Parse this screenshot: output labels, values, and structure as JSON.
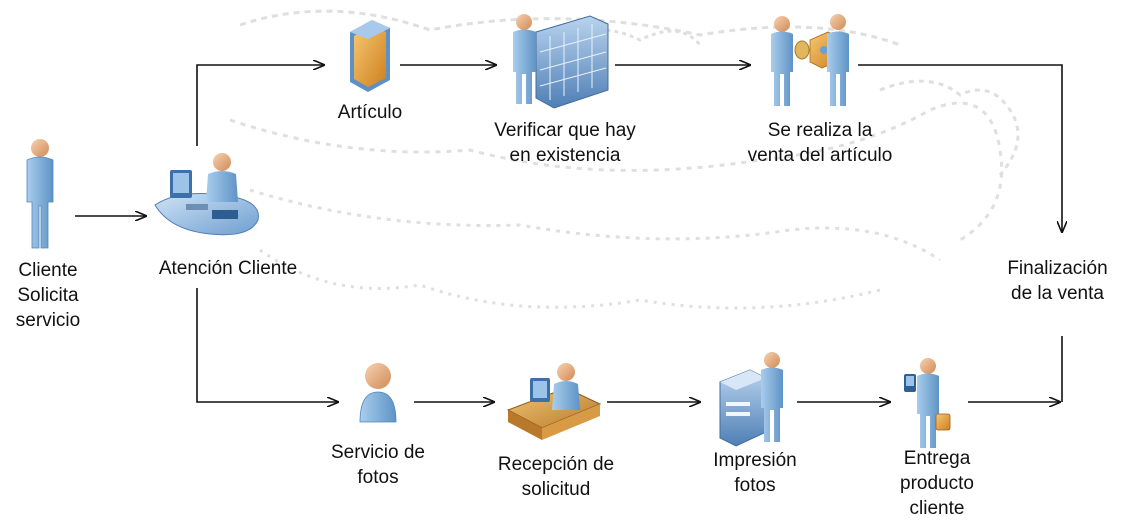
{
  "nodes": {
    "cliente": {
      "lines": [
        "Cliente",
        "Solicita",
        "servicio"
      ],
      "icon": "person-icon"
    },
    "atencion": {
      "lines": [
        "Atención Cliente"
      ],
      "icon": "operator-desk-icon"
    },
    "articulo": {
      "lines": [
        "Artículo"
      ],
      "icon": "product-box-icon"
    },
    "verificar": {
      "lines": [
        "Verificar que hay",
        "en existencia"
      ],
      "icon": "server-rack-person-icon"
    },
    "venta": {
      "lines": [
        "Se realiza la",
        "venta del artículo"
      ],
      "icon": "sale-exchange-icon"
    },
    "finalizacion": {
      "lines": [
        "Finalización",
        "de la venta"
      ]
    },
    "servicio_fotos": {
      "lines": [
        "Servicio de",
        "fotos"
      ],
      "icon": "user-bust-icon"
    },
    "recepcion": {
      "lines": [
        "Recepción de",
        "solicitud"
      ],
      "icon": "reception-desk-icon"
    },
    "impresion": {
      "lines": [
        "Impresión",
        "fotos"
      ],
      "icon": "printer-person-icon"
    },
    "entrega": {
      "lines": [
        "Entrega",
        "producto",
        "cliente"
      ],
      "icon": "delivery-person-icon"
    }
  },
  "colors": {
    "arrow": "#111111",
    "person_body": "#8db8dd",
    "person_dark": "#4f86bb",
    "skin": "#e8b48a",
    "watermark": "#d9d9d9",
    "device": "#5b8fc7",
    "box": "#e9a13b"
  }
}
